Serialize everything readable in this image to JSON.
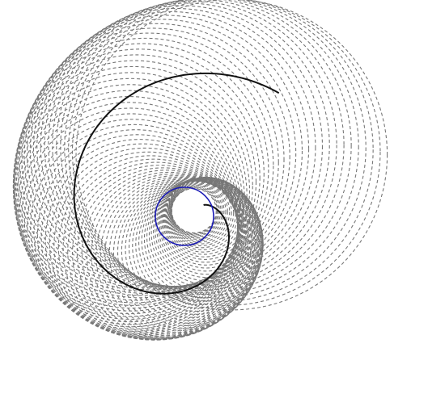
{
  "figure": {
    "kind": "involute-circle-family",
    "circle_count": 90,
    "colors": {
      "background": "#ffffff",
      "dashed_circles": "#777777",
      "envelope": "#111111",
      "base_circle": "#1a1ab4"
    },
    "stroke_style": "dashed"
  }
}
